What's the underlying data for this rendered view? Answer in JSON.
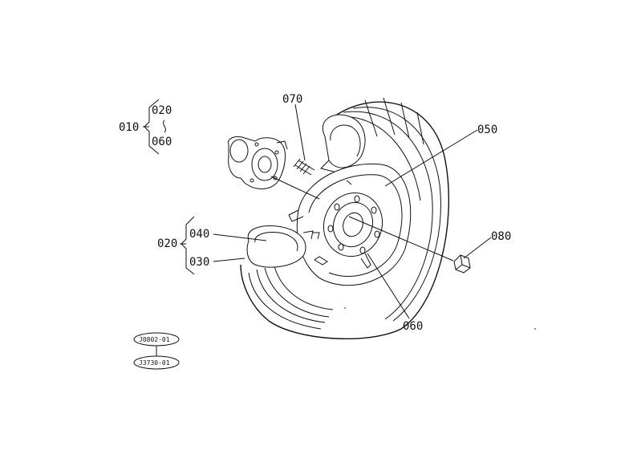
{
  "callouts": {
    "c010": "010",
    "c020_top": "020",
    "c060_top": "060",
    "c020_mid": "020",
    "c040": "040",
    "c030": "030",
    "c070": "070",
    "c050": "050",
    "c080": "080",
    "c060": "060"
  },
  "stamps": {
    "top": "J0802-01",
    "bottom": "J3730-01"
  }
}
